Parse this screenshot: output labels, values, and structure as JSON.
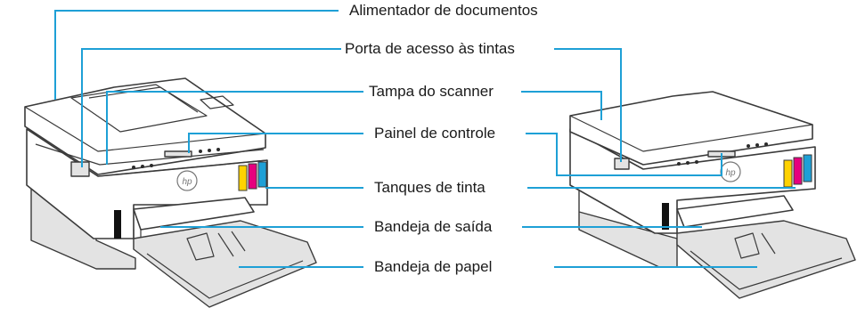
{
  "labels": [
    "Alimentador de documentos",
    "Porta de acesso às tintas",
    "Tampa do scanner",
    "Painel de controle",
    "Tanques de tinta",
    "Bandeja de saída",
    "Bandeja de papel"
  ],
  "brand": "hp",
  "colors": {
    "leader": "#1ea0d6",
    "tank_yellow": "#ffd200",
    "tank_magenta": "#e6007e",
    "tank_cyan": "#1ea0d6",
    "tank_black": "#111111"
  }
}
